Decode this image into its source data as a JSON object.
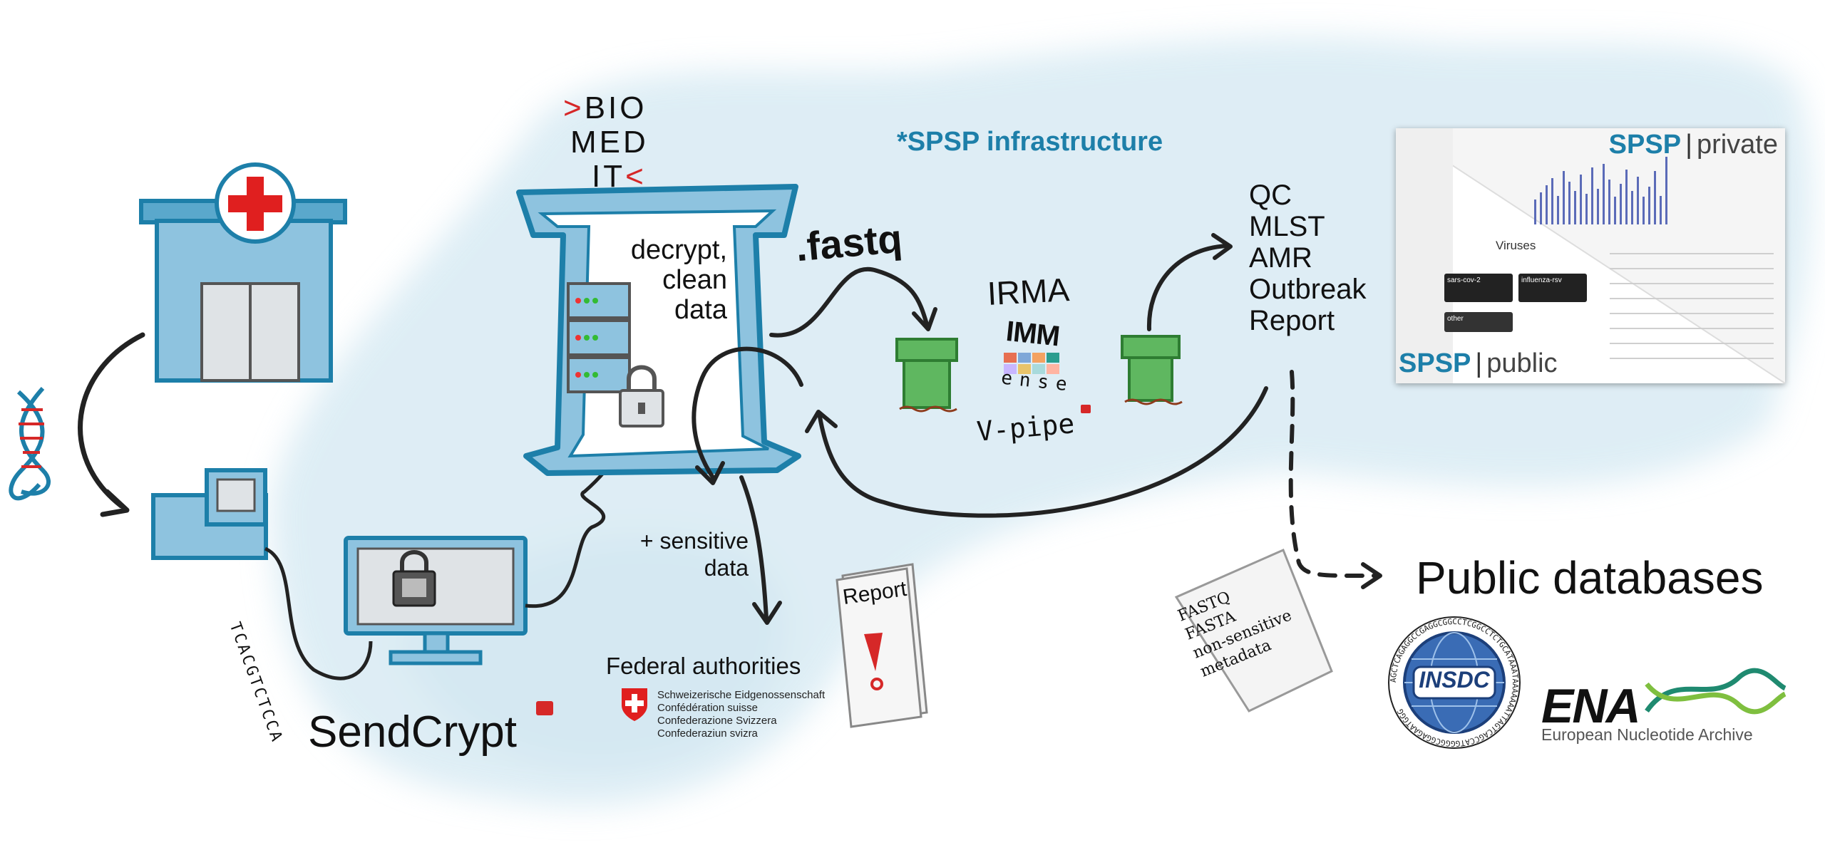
{
  "biomedit": {
    "line1": "BIO",
    "line2": "MED",
    "line3": "IT"
  },
  "spsp_infra": "*SPSP infrastructure",
  "decrypt_text": [
    "decrypt,",
    "clean",
    "data"
  ],
  "fastq": ".fastq",
  "irma": "IRMA",
  "imm_logo": {
    "top": "IMM",
    "bottom": "ense"
  },
  "vpipe": "V-pipe",
  "analyses": [
    "QC",
    "MLST",
    "AMR",
    "Outbreak",
    "Report"
  ],
  "sensitive": [
    "+ sensitive",
    "data"
  ],
  "federal": {
    "title": "Federal authorities",
    "lines": [
      "Schweizerische Eidgenossenschaft",
      "Confédération suisse",
      "Confederazione Svizzera",
      "Confederaziun svizra"
    ]
  },
  "report_doc": "Report",
  "sendcrypt": "SendCrypt",
  "dna_sequence": "TCACGTCTCCA",
  "note_paper": [
    "FASTQ",
    "FASTA",
    "non-sensitive",
    "metadata"
  ],
  "public_db": "Public databases",
  "insdc": {
    "label": "INSDC",
    "ring": "AGCTCAGAGGCCGAGGCGGCCTCGGCCTCTGCATAAATAAAAAAATTAGTCAGCCATGGGGCGGAGAATGGG"
  },
  "ena": {
    "logo": "ENA",
    "subtitle": "European Nucleotide Archive"
  },
  "spsp_screens": {
    "private": {
      "brand": "SPSP",
      "sep": "|",
      "rest": "private"
    },
    "public": {
      "brand": "SPSP",
      "sep": "|",
      "rest": "public"
    },
    "viruses_title": "Viruses",
    "tiles": [
      "sars-cov-2",
      "influenza-rsv",
      "other"
    ]
  },
  "colors": {
    "blue": "#1d7fa9",
    "light_blue": "#a9d4e6",
    "wash": "#d6eaf2",
    "red": "#d62828",
    "green": "#4aa84f"
  }
}
